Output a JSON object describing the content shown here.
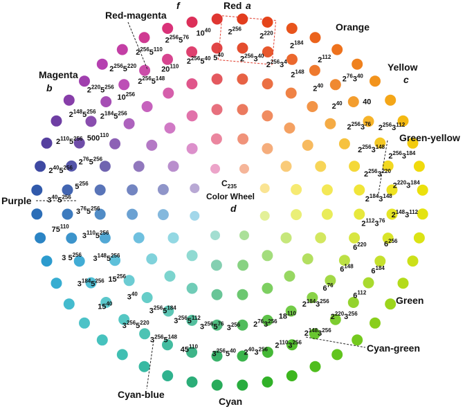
{
  "regions": {
    "red": "Red",
    "red_magenta": "Red-magenta",
    "orange": "Orange",
    "yellow": "Yellow",
    "green_yellow": "Green-yellow",
    "green": "Green",
    "cyan_green": "Cyan-green",
    "cyan": "Cyan",
    "cyan_blue": "Cyan-blue",
    "purple": "Purple",
    "magenta": "Magenta"
  },
  "panel_letters": {
    "a": "a",
    "b": "b",
    "c": "c",
    "d": "d",
    "f": "f"
  },
  "center": {
    "symbol": "C",
    "subscript": "235",
    "caption": "Color Wheel"
  },
  "colors": {
    "dots": [
      "#e03a1e",
      "#e4431a",
      "#e8561c",
      "#ed6a1c",
      "#ef7e1e",
      "#f2961c",
      "#f5b015",
      "#f2c90e",
      "#f0dc0c",
      "#e8e20e",
      "#dde414",
      "#c9df1a",
      "#a6d81c",
      "#8ccf1c",
      "#71c81e",
      "#58c11e",
      "#3fb71c",
      "#2fb02a",
      "#26aa4a",
      "#2aac74",
      "#30b392",
      "#3dbdab",
      "#46c2bd",
      "#4dc2c8",
      "#3eb6d2",
      "#2c9fd0",
      "#2b80c2",
      "#2c63b0",
      "#3a4aa2",
      "#5a3e9e",
      "#7a3ea6",
      "#9d3fae",
      "#b840b0",
      "#c93e9e",
      "#d8327e",
      "#dc2f54"
    ]
  },
  "labels": {
    "red": [
      {
        "b": "2",
        "e": "256"
      },
      {
        "b": "2",
        "e": "256",
        "b2": "3",
        "e2": "40"
      },
      {
        "b": "2",
        "e": "220"
      },
      {
        "b": "2",
        "e": "256",
        "b2": "3",
        "e2": "4"
      },
      {
        "b": "2",
        "e": "184"
      },
      {
        "b": "2",
        "e": "148"
      },
      {
        "b": "2",
        "e": "112"
      },
      {
        "b": "2",
        "e": "40"
      },
      {
        "b": "2",
        "e": "76",
        "b2": "3",
        "e2": "40"
      },
      {
        "b": "2",
        "e": "40"
      },
      {
        "b": "40",
        "e": ""
      }
    ],
    "orange": [
      {
        "b": "2",
        "e": "256",
        "b2": "3",
        "e2": "76"
      },
      {
        "b": "2",
        "e": "256",
        "b2": "3",
        "e2": "112"
      },
      {
        "b": "2",
        "e": "256",
        "b2": "3",
        "e2": "148"
      },
      {
        "b": "2",
        "e": "256",
        "b2": "3",
        "e2": "184"
      },
      {
        "b": "2",
        "e": "256",
        "b2": "3",
        "e2": "220"
      },
      {
        "b": "2",
        "e": "220",
        "b2": "3",
        "e2": "184"
      },
      {
        "b": "2",
        "e": "184",
        "b2": "3",
        "e2": "148"
      },
      {
        "b": "2",
        "e": "148",
        "b2": "3",
        "e2": "112"
      },
      {
        "b": "2",
        "e": "112",
        "b2": "3",
        "e2": "76"
      },
      {
        "b": "6",
        "e": "256"
      },
      {
        "b": "6",
        "e": "220"
      },
      {
        "b": "6",
        "e": "184"
      },
      {
        "b": "6",
        "e": "148"
      },
      {
        "b": "6",
        "e": "112"
      },
      {
        "b": "6",
        "e": "76"
      },
      {
        "b": "2",
        "e": "220",
        "b2": "3",
        "e2": "256"
      }
    ],
    "green": [
      {
        "b": "2",
        "e": "184",
        "b2": "3",
        "e2": "256"
      },
      {
        "b": "2",
        "e": "148",
        "b2": "3",
        "e2": "256"
      },
      {
        "b": "18",
        "e": "110"
      },
      {
        "b": "2",
        "e": "110",
        "b2": "3",
        "e2": "256"
      },
      {
        "b": "2",
        "e": "76",
        "b2": "3",
        "e2": "256"
      },
      {
        "b": "2",
        "e": "40",
        "b2": "3",
        "e2": "256"
      },
      {
        "b": "3",
        "e": "256"
      },
      {
        "b": "3",
        "e": "256",
        "b2": "5",
        "e2": "40"
      },
      {
        "b": "3",
        "e": "256",
        "b2": "5",
        "e2": "76"
      },
      {
        "b": "45",
        "e": "110"
      },
      {
        "b": "3",
        "e": "256",
        "b2": "5",
        "e2": "112"
      },
      {
        "b": "3",
        "e": "256",
        "b2": "5",
        "e2": "148"
      },
      {
        "b": "3",
        "e": "256",
        "b2": "5",
        "e2": "184"
      },
      {
        "b": "3",
        "e": "256",
        "b2": "5",
        "e2": "220"
      },
      {
        "b": "3",
        "e": "40"
      },
      {
        "b": "15",
        "e": "40"
      }
    ],
    "blue": [
      {
        "b": "15",
        "e": "256"
      },
      {
        "b": "3",
        "e": "184",
        "b2": "5",
        "e2": "256"
      },
      {
        "b": "3",
        "e": "148",
        "b2": "5",
        "e2": "256"
      },
      {
        "b": "3 5",
        "e": "256"
      },
      {
        "b": "3",
        "e": "110",
        "b2": "5",
        "e2": "256"
      },
      {
        "b": "75",
        "e": "110"
      },
      {
        "b": "3",
        "e": "76",
        "b2": "5",
        "e2": "256"
      },
      {
        "b": "3",
        "e": "40",
        "b2": "5",
        "e2": "256"
      },
      {
        "b": "5",
        "e": "256"
      },
      {
        "b": "2",
        "e": "40",
        "b2": "5",
        "e2": "256"
      },
      {
        "b": "2",
        "e": "76",
        "b2": "5",
        "e2": "256"
      },
      {
        "b": "2",
        "e": "110",
        "b2": "5",
        "e2": "256"
      },
      {
        "b": "500",
        "e": "110"
      },
      {
        "b": "2",
        "e": "148",
        "b2": "5",
        "e2": "256"
      },
      {
        "b": "2",
        "e": "184",
        "b2": "5",
        "e2": "256"
      },
      {
        "b": "2",
        "e": "220",
        "b2": "5",
        "e2": "256"
      },
      {
        "b": "10",
        "e": "256"
      },
      {
        "b": "2",
        "e": "256",
        "b2": "5",
        "e2": "220"
      },
      {
        "b": "2",
        "e": "256",
        "b2": "5",
        "e2": "148"
      },
      {
        "b": "2",
        "e": "256",
        "b2": "5",
        "e2": "110"
      },
      {
        "b": "20",
        "e": "110"
      },
      {
        "b": "2",
        "e": "256",
        "b2": "5",
        "e2": "76"
      },
      {
        "b": "2",
        "e": "256",
        "b2": "5",
        "e2": "40"
      },
      {
        "b": "10",
        "e": "40"
      },
      {
        "b": "5",
        "e": "40"
      }
    ]
  }
}
